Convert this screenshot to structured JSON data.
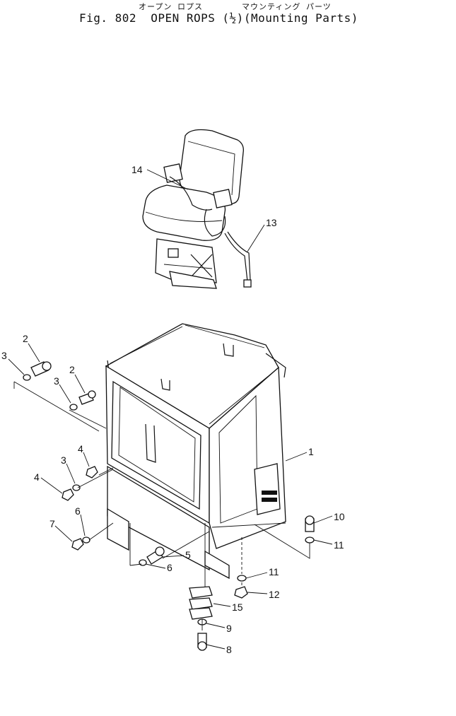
{
  "header": {
    "kana_left": "オープン ロプス",
    "kana_right": "マウンティング パーツ",
    "fig": "Fig. 802",
    "title": "OPEN ROPS",
    "fraction": "(½)",
    "subtitle": "(Mounting Parts)"
  },
  "callouts": [
    "1",
    "2",
    "2",
    "3",
    "3",
    "3",
    "4",
    "4",
    "5",
    "6",
    "6",
    "7",
    "8",
    "9",
    "10",
    "11",
    "11",
    "12",
    "13",
    "14",
    "15"
  ]
}
